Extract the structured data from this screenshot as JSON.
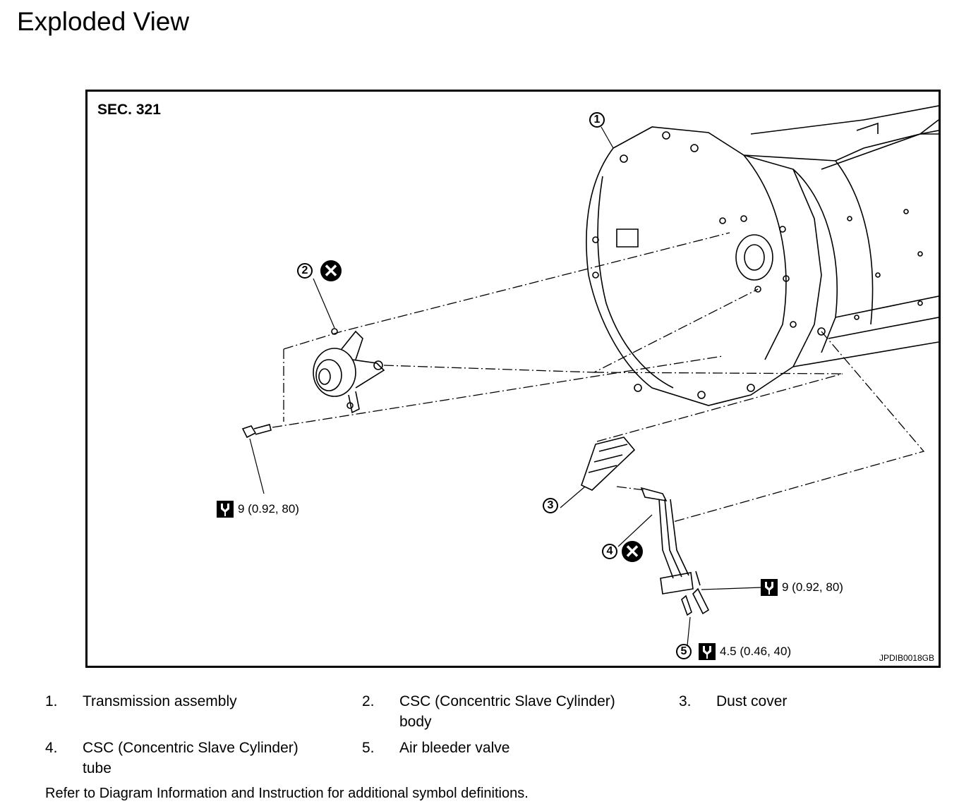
{
  "page_title": "Exploded View",
  "figure": {
    "section": "SEC. 321",
    "code": "JPDIB0018GB",
    "icons": {
      "torque": "torque-wrench-icon",
      "replace": "do-not-reuse-x-icon"
    },
    "callouts": [
      "1",
      "2",
      "3",
      "4",
      "5"
    ],
    "torques": {
      "bolt_csc": "9 (0.92, 80)",
      "bolt_tube": "9 (0.92, 80)",
      "bleeder": "4.5 (0.46, 40)"
    }
  },
  "legend": [
    {
      "num": "1.",
      "text": "Transmission assembly"
    },
    {
      "num": "2.",
      "text": "CSC (Concentric Slave Cylinder) body"
    },
    {
      "num": "3.",
      "text": "Dust cover"
    },
    {
      "num": "4.",
      "text": "CSC (Concentric Slave Cylinder) tube"
    },
    {
      "num": "5.",
      "text": "Air bleeder valve"
    }
  ],
  "note": "Refer to Diagram Information and Instruction for additional symbol definitions."
}
